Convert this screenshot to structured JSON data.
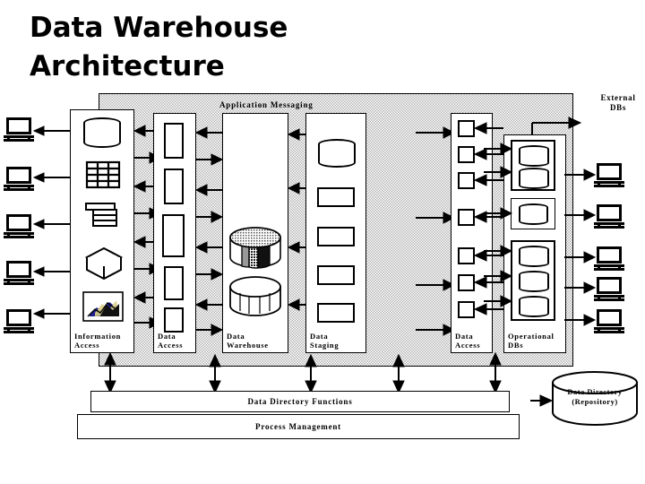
{
  "title": {
    "line1": "Data Warehouse",
    "line2": "Architecture"
  },
  "bands": {
    "application_messaging": "Application Messaging",
    "external_dbs": "External\nDBs"
  },
  "columns": [
    {
      "id": "information-access",
      "label": "Information\nAccess",
      "icons": [
        "database-cylinder-icon",
        "table-grid-icon",
        "bar-chart-icon",
        "cube-icon",
        "chart-thumbnail-icon"
      ]
    },
    {
      "id": "data-access-left",
      "label": "Data\nAccess",
      "icons": [
        "vertical-rect",
        "vertical-rect",
        "vertical-rect",
        "vertical-rect",
        "vertical-rect"
      ]
    },
    {
      "id": "data-warehouse",
      "label": "Data\nWarehouse",
      "icons": [
        "shaded-cylinder-icon",
        "segmented-cylinder-icon"
      ]
    },
    {
      "id": "data-staging",
      "label": "Data\nStaging",
      "icons": [
        "database-cylinder-icon",
        "horizontal-rect",
        "horizontal-rect",
        "horizontal-rect",
        "horizontal-rect"
      ]
    },
    {
      "id": "data-access-right",
      "label": "Data\nAccess",
      "icons": [
        "square",
        "square",
        "square",
        "square",
        "square",
        "square",
        "square"
      ]
    },
    {
      "id": "operational-dbs",
      "label": "Operational\nDBs",
      "icons": [
        "db-group-2",
        "db-group-1",
        "db-group-3"
      ]
    }
  ],
  "footer": {
    "data_directory_functions": "Data Directory Functions",
    "process_management": "Process Management"
  },
  "repository": {
    "line1": "Data Directory",
    "line2": "(Repository)"
  },
  "endpoints": {
    "left_clients_count": 5,
    "right_clients_count": 5,
    "client_icon": "laptop-icon"
  },
  "colors": {
    "stroke": "#000000",
    "fill": "#ffffff",
    "stipple": "#b4b4b4",
    "chart_thumb_a": "#2b2bbb",
    "chart_thumb_b": "#d8cf7a",
    "chart_thumb_c": "#111111"
  }
}
